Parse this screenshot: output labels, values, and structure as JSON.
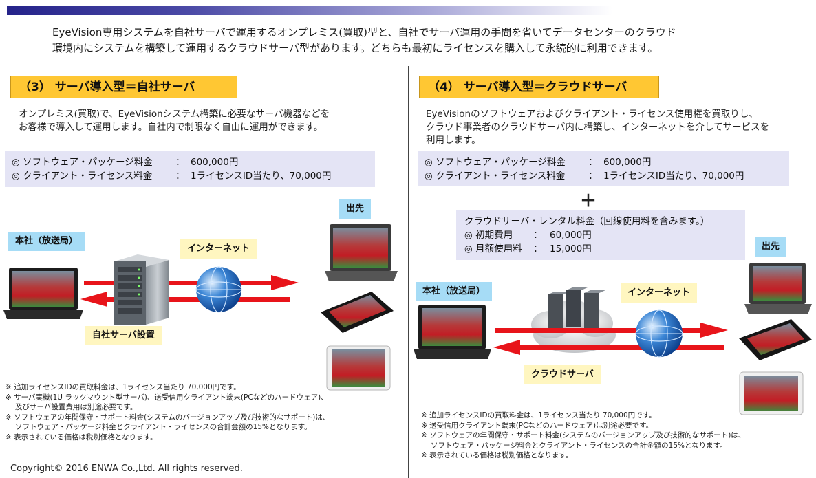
{
  "intro": {
    "line1": "EyeVision専用システムを自社サーバで運用するオンプレミス(買取)型と、自社でサーバ運用の手間を省いてデータセンターのクラウド",
    "line2": "環境内にシステムを構築して運用するクラウドサーバ型があります。どちらも最初にライセンスを購入して永続的に利用できます。"
  },
  "left": {
    "title": "（3） サーバ導入型＝自社サーバ",
    "desc": [
      "オンプレミス(買取)で、EyeVisionシステム構築に必要なサーバ機器などを",
      "お客様で導入して運用します。自社内で制限なく自由に運用ができます。"
    ],
    "prices": [
      {
        "label": "◎ ソフトウェア・パッケージ料金",
        "sep": "：",
        "value": "600,000円"
      },
      {
        "label": "◎ クライアント・ライセンス料金",
        "sep": "：",
        "value": "1ライセンスID当たり、70,000円"
      }
    ],
    "diagram": {
      "hq": "本社（放送局）",
      "internet": "インターネット",
      "remote": "出先",
      "server": "自社サーバ設置"
    },
    "notes": [
      "※ 追加ライセンスIDの買取料金は、1ライセンス当たり 70,000円です。",
      "※ サーバ実機(1U ラックマウント型サーバ)、送受信用クライアント端末(PCなどのハードウェア)、",
      "及びサーバ設置費用は別途必要です。",
      "※ ソフトウェアの年間保守・サポート料金(システムのバージョンアップ及び技術的なサポート)は、",
      "ソフトウェア・パッケージ料金とクライアント・ライセンスの合計金額の15%となります。",
      "※ 表示されている価格は税別価格となります。"
    ]
  },
  "right": {
    "title": "（4） サーバ導入型＝クラウドサーバ",
    "desc": [
      "EyeVisionのソフトウェアおよびクライアント・ライセンス使用権を買取りし、",
      "クラウド事業者のクラウドサーバ内に構築し、インターネットを介してサービスを",
      "利用します。"
    ],
    "prices": [
      {
        "label": "◎ ソフトウェア・パッケージ料金",
        "sep": "：",
        "value": "600,000円"
      },
      {
        "label": "◎ クライアント・ライセンス料金",
        "sep": "：",
        "value": "1ライセンスID当たり、70,000円"
      }
    ],
    "plus": "＋",
    "rental": {
      "title": "クラウドサーバ・レンタル料金（回線使用料を含みます。）",
      "items": [
        {
          "label": "◎ 初期費用",
          "sep": "：",
          "value": "60,000円"
        },
        {
          "label": "◎ 月額使用料",
          "sep": "：",
          "value": "15,000円"
        }
      ]
    },
    "diagram": {
      "hq": "本社（放送局）",
      "internet": "インターネット",
      "remote": "出先",
      "cloud": "クラウドサーバ"
    },
    "notes": [
      "※ 追加ライセンスIDの買取料金は、1ライセンス当たり 70,000円です。",
      "※ 送受信用クライアント端末(PCなどのハードウェア)は別途必要です。",
      "※ ソフトウェアの年間保守・サポート料金(システムのバージョンアップ及び技術的なサポート)は、",
      "ソフトウェア・パッケージ料金とクライアント・ライセンスの合計金額の15%となります。",
      "※ 表示されている価格は税別価格となります。"
    ]
  },
  "copyright": "Copyright© 2016 ENWA Co.,Ltd.  All rights reserved.",
  "colors": {
    "accent_bar": "#25238a",
    "title_bg": "#ffc733",
    "price_bg": "#e4e4f5",
    "label_blue": "#a6dcf6",
    "label_yellow": "#fff6c0",
    "arrow_red": "#e8141a"
  },
  "icons": [
    "laptop-icon",
    "server-icon",
    "globe-icon",
    "smartphone-icon",
    "tablet-icon",
    "cloud-server-icon"
  ]
}
